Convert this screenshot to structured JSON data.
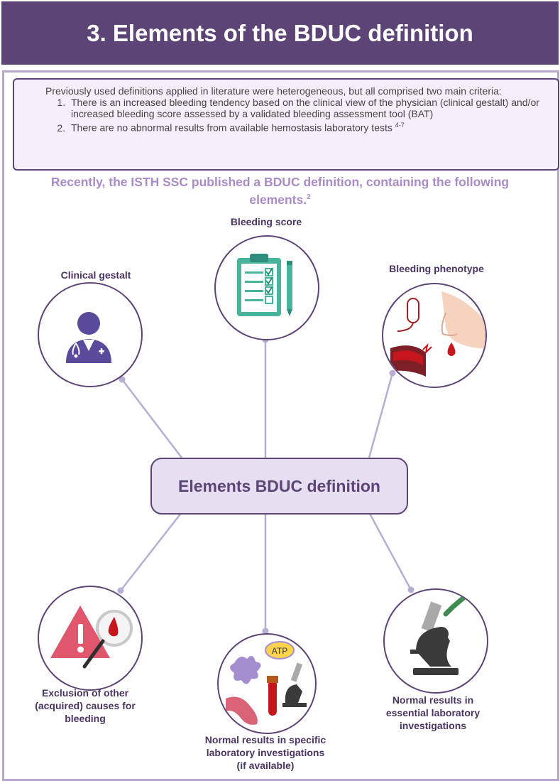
{
  "header": {
    "title": "3. Elements of the BDUC definition"
  },
  "criteria": {
    "intro": "Previously used definitions applied in literature were heterogeneous, but all comprised two main criteria:",
    "item1": "There is an increased bleeding tendency based on the clinical view of the physician (clinical gestalt) and/or increased bleeding score assessed by a validated bleeding assessment tool (BAT)",
    "item2": "There are no abnormal results from available hemostasis laboratory tests",
    "item2_ref": "4-7"
  },
  "recent": {
    "text": "Recently, the ISTH SSC published a BDUC definition, containing the following elements.",
    "ref": "2"
  },
  "center": {
    "label": "Elements BDUC definition"
  },
  "elements": {
    "clinical_gestalt": "Clinical gestalt",
    "bleeding_score": "Bleeding score",
    "bleeding_phenotype": "Bleeding phenotype",
    "exclusion_line1": "Exclusion of other",
    "exclusion_line2": "(acquired) causes for",
    "exclusion_line3": "bleeding",
    "specific_line1": "Normal results in specific",
    "specific_line2": "laboratory investigations",
    "specific_line3": "(if available)",
    "essential_line1": "Normal results in",
    "essential_line2": "essential laboratory",
    "essential_line3": "investigations"
  },
  "icons": {
    "atp_label": "ATP",
    "names": [
      "doctor-icon",
      "clipboard-checklist-icon",
      "bleeding-phenotype-icon",
      "warning-magnifier-icon",
      "lab-cells-icon",
      "microscope-check-icon"
    ]
  },
  "colors": {
    "header_bg": "#5d4476",
    "frame_border": "#b9a6cf",
    "criteria_bg": "#f7eefb",
    "accent_text": "#a98bc6",
    "center_bg": "#e6dff1",
    "connector": "#b8add3",
    "teal": "#47b49c",
    "blood_red": "#c4161c",
    "doctor_purple": "#5a4a9c",
    "warning_pink": "#e0566d",
    "check_green": "#3f8b52"
  }
}
